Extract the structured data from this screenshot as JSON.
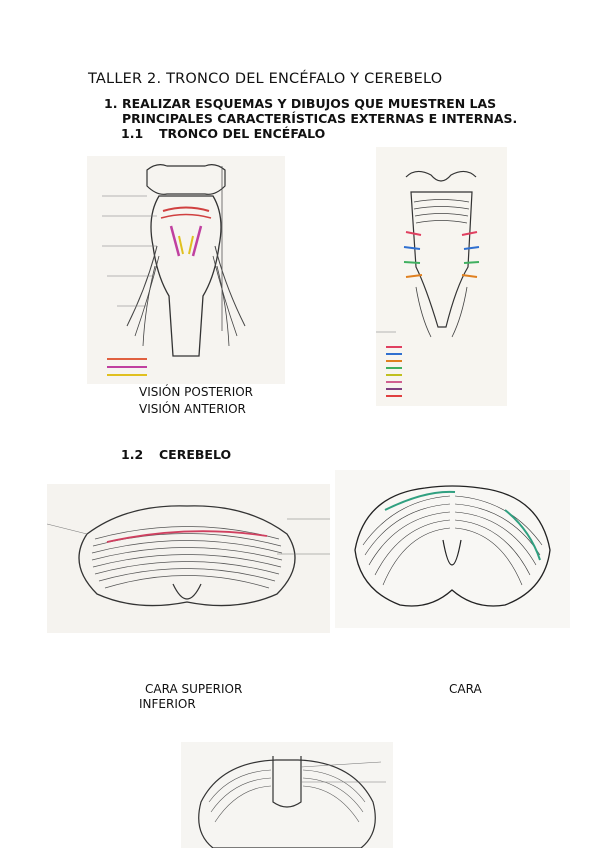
{
  "document": {
    "title": "TALLER 2. TRONCO DEL ENCÉFALO Y CEREBELO",
    "item1": {
      "number": "1.",
      "line1": "REALIZAR ESQUEMAS Y DIBUJOS QUE MUESTREN LAS",
      "line2": "PRINCIPALES CARACTERÍSTICAS EXTERNAS E INTERNAS."
    },
    "section_1_1": {
      "number": "1.1",
      "title": "TRONCO DEL ENCÉFALO"
    },
    "captions_1_1": {
      "posterior": "VISIÓN POSTERIOR",
      "anterior": "VISIÓN ANTERIOR"
    },
    "section_1_2": {
      "number": "1.2",
      "title": "CEREBELO"
    },
    "captions_1_2": {
      "superior": "CARA SUPERIOR",
      "inferior_label": "INFERIOR",
      "cara": "CARA"
    }
  }
}
